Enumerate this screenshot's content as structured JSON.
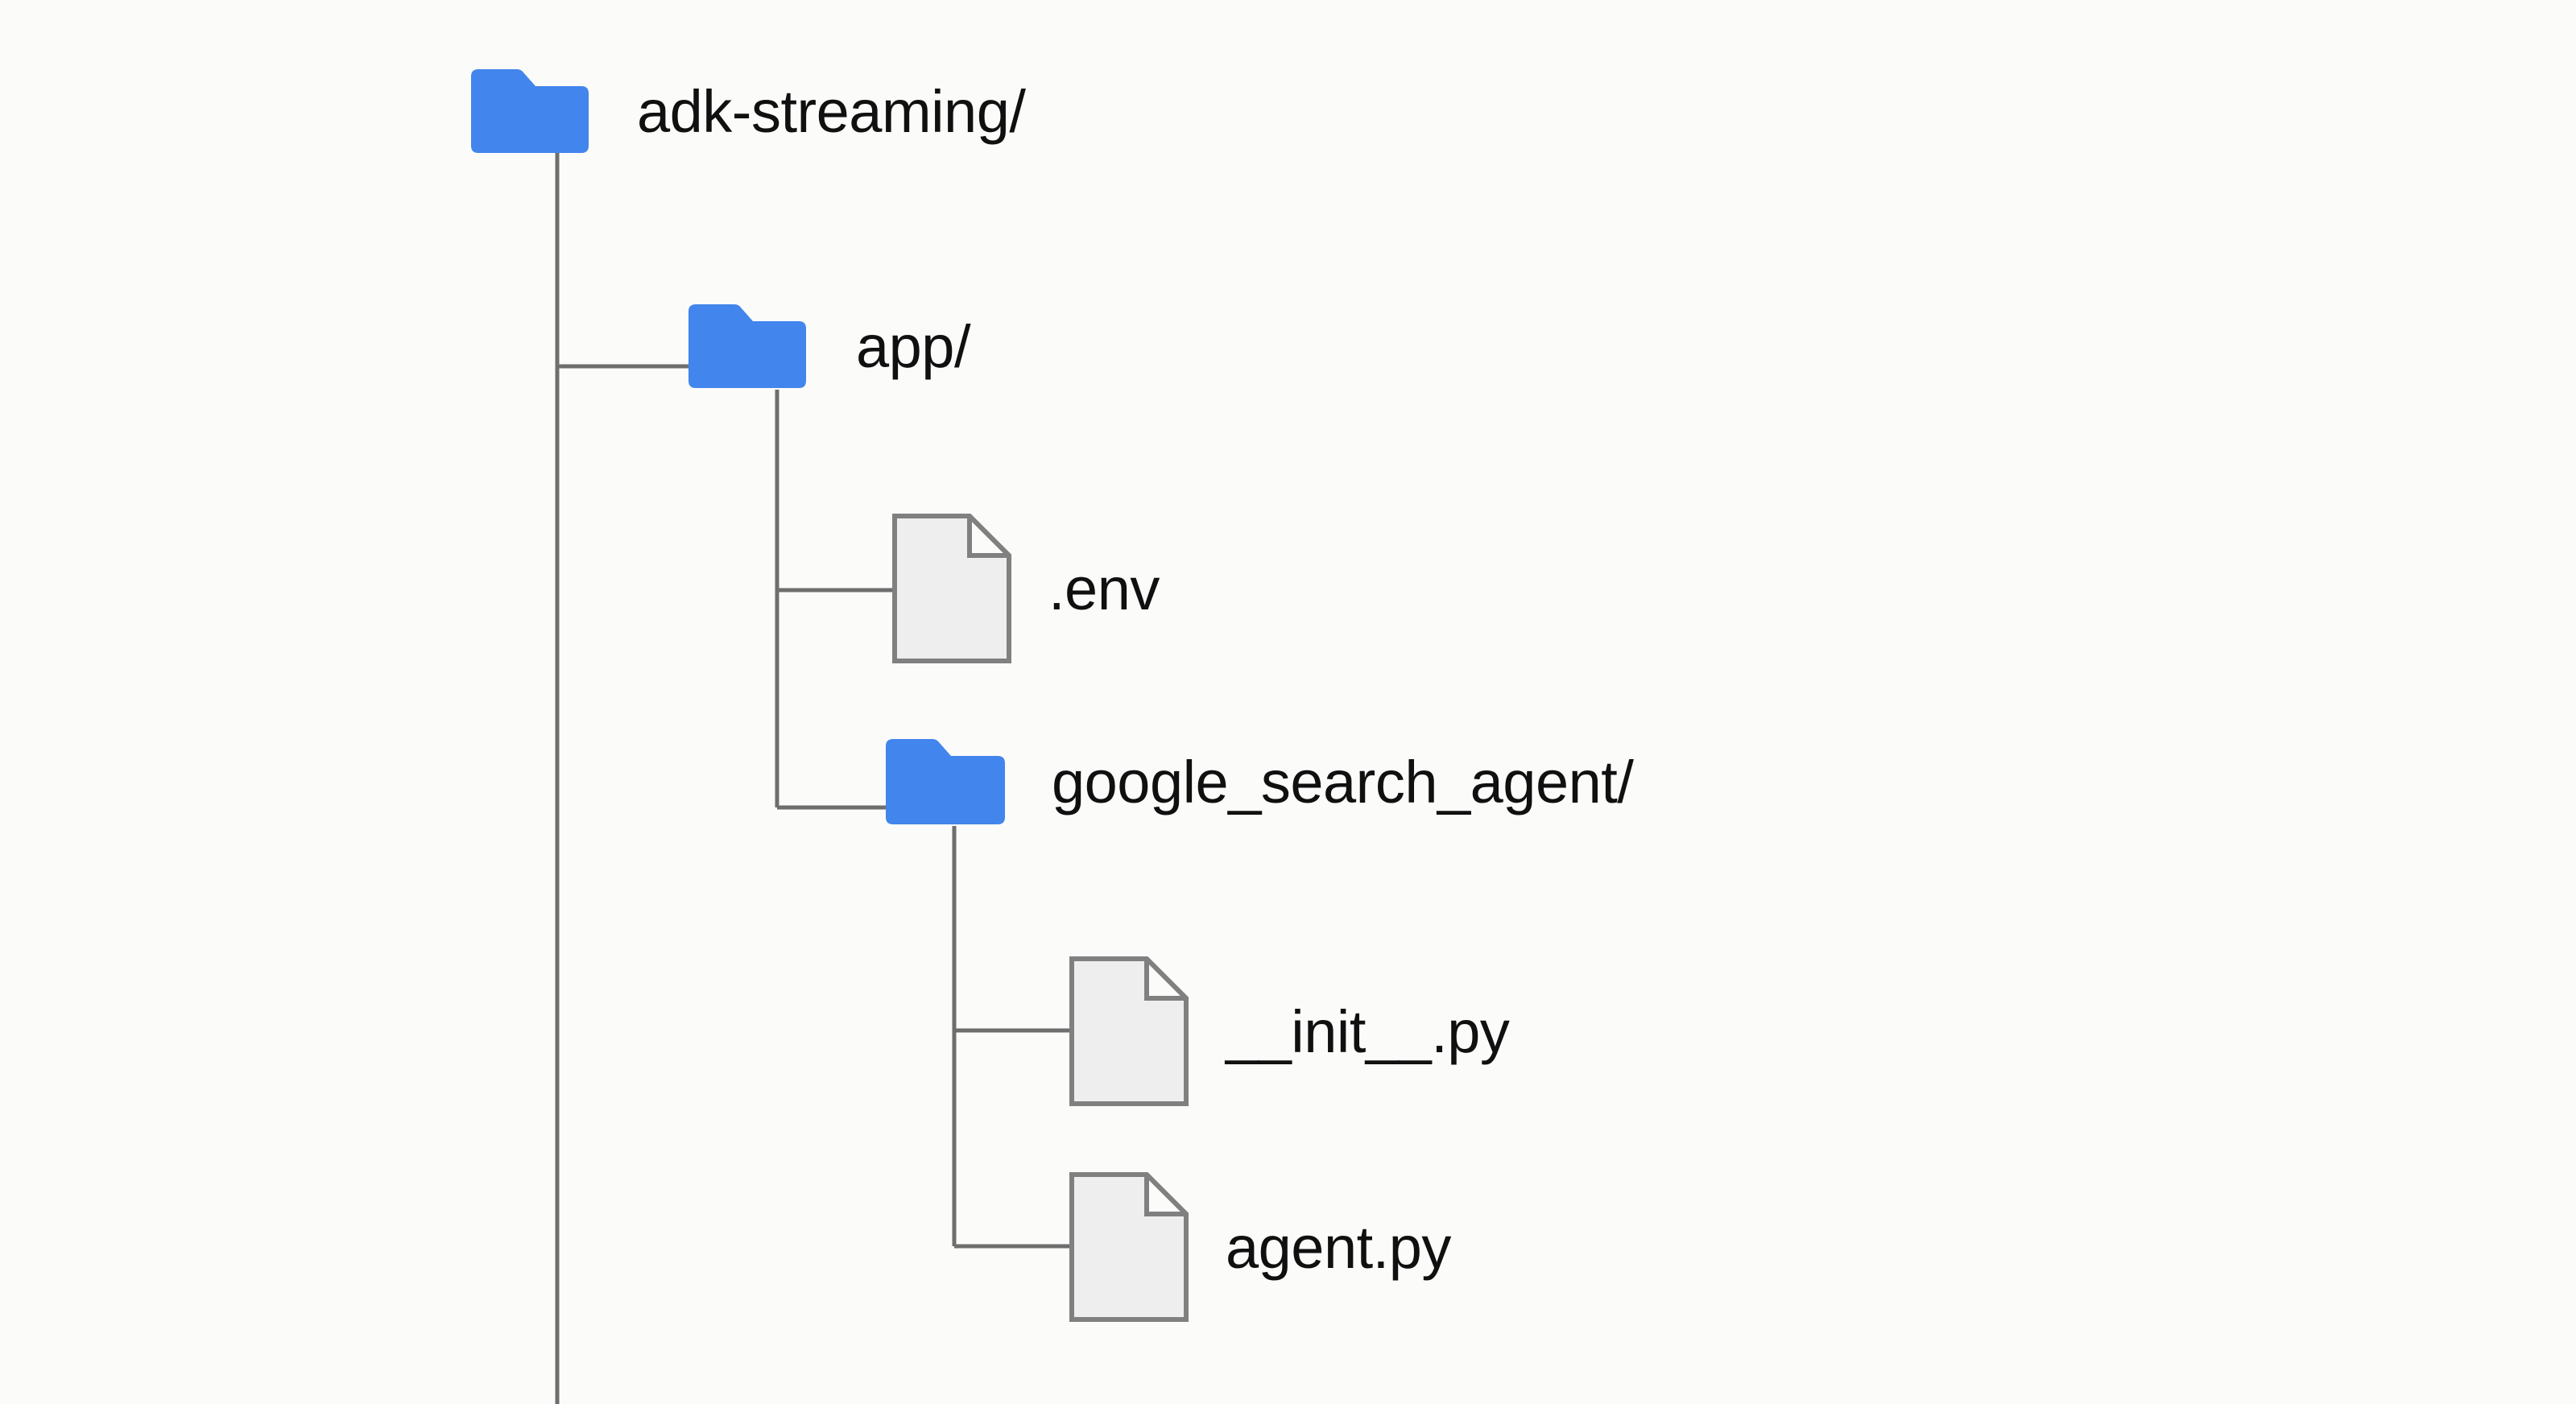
{
  "diagram": {
    "title": "adk-streaming project directory tree",
    "type": "file-tree",
    "background_color": "#fbfbfa",
    "folder_color": "#4285ec",
    "file_fill_color": "#eeeeee",
    "file_stroke_color": "#808080",
    "connector_color": "#6e6e6e",
    "text_color": "#101010"
  },
  "tree": {
    "nodes": [
      {
        "id": "adk-streaming",
        "label": "adk-streaming/",
        "kind": "folder",
        "depth": 0,
        "icon": "folder-icon"
      },
      {
        "id": "app",
        "label": "app/",
        "kind": "folder",
        "depth": 1,
        "icon": "folder-icon"
      },
      {
        "id": "env",
        "label": ".env",
        "kind": "file",
        "depth": 2,
        "icon": "file-icon"
      },
      {
        "id": "google_search_agent",
        "label": "google_search_agent/",
        "kind": "folder",
        "depth": 2,
        "icon": "folder-icon"
      },
      {
        "id": "init-py",
        "label": "__init__.py",
        "kind": "file",
        "depth": 3,
        "icon": "file-icon"
      },
      {
        "id": "agent-py",
        "label": "agent.py",
        "kind": "file",
        "depth": 3,
        "icon": "file-icon"
      }
    ]
  }
}
